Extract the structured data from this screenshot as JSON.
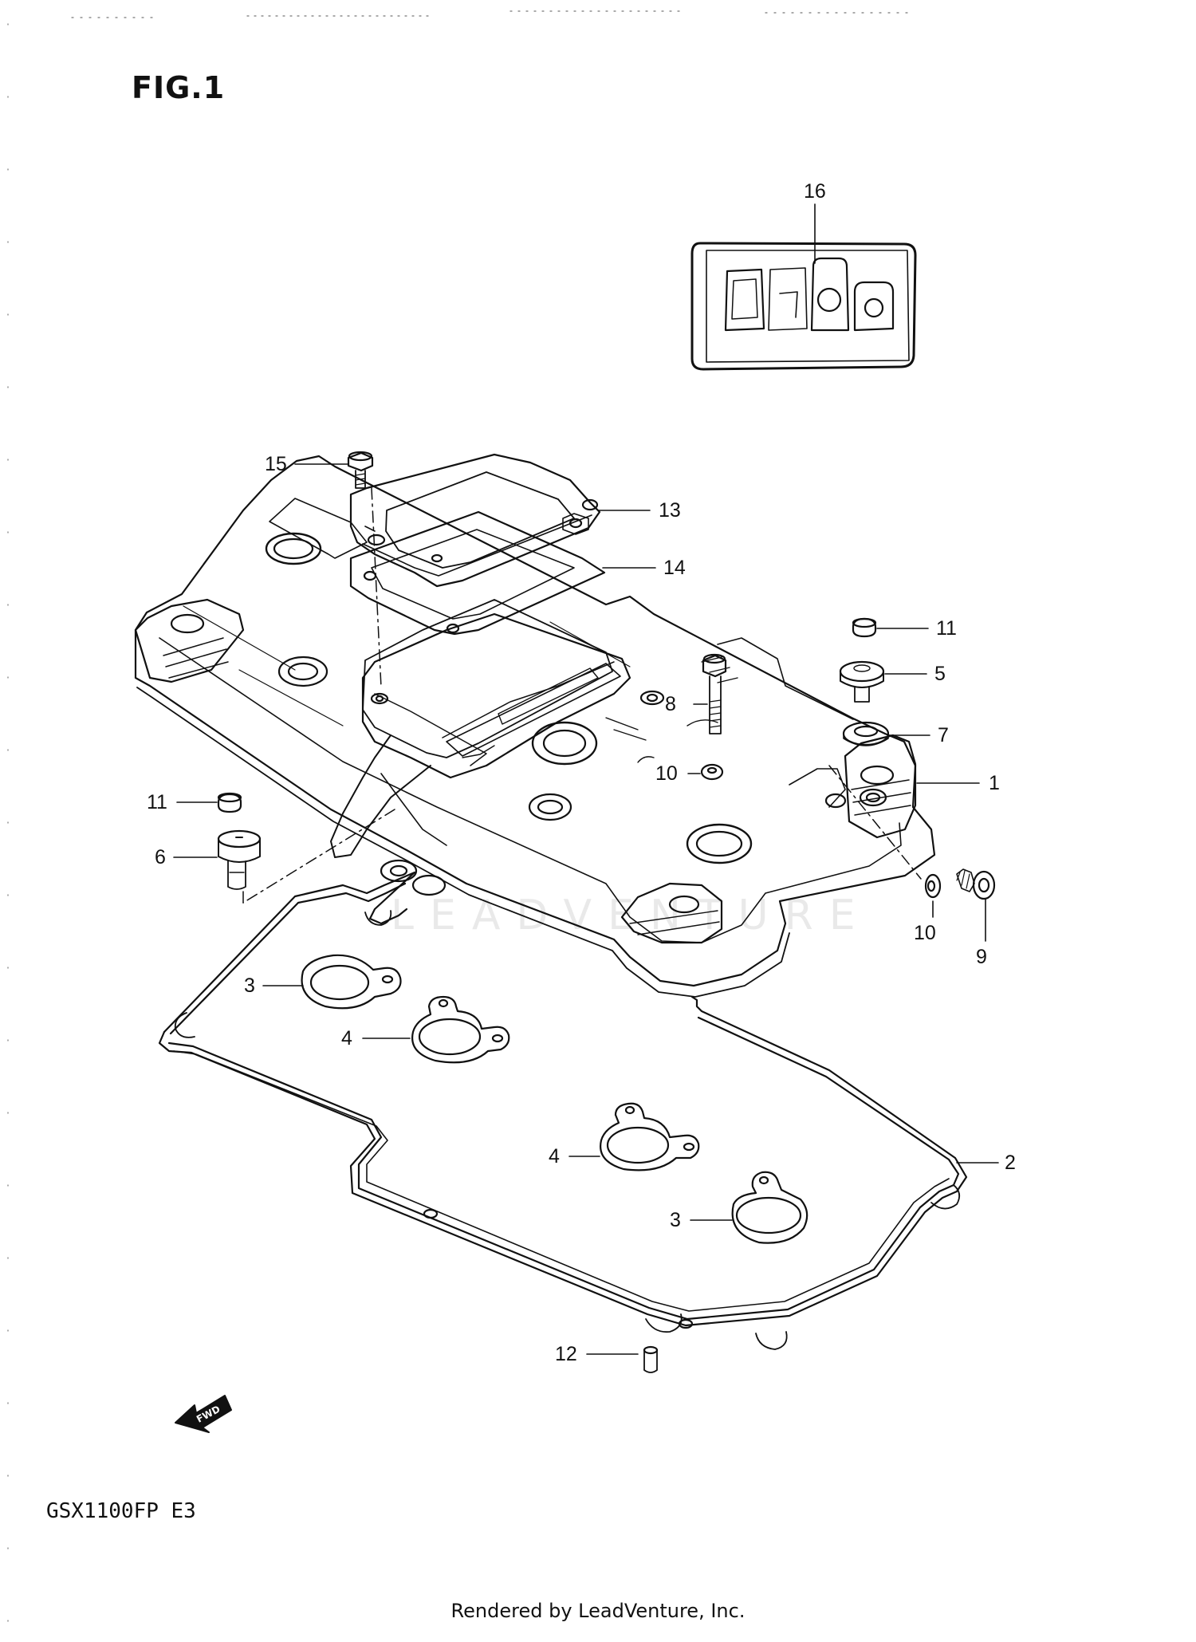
{
  "figure": {
    "title": "FIG.1",
    "model_code": "GSX1100FP  E3",
    "credit": "Rendered by LeadVenture, Inc.",
    "watermark": "LEADVENTURE"
  },
  "callouts": [
    {
      "id": "16",
      "label": "16"
    },
    {
      "id": "15",
      "label": "15"
    },
    {
      "id": "13",
      "label": "13"
    },
    {
      "id": "14",
      "label": "14"
    },
    {
      "id": "11a",
      "label": "11"
    },
    {
      "id": "5",
      "label": "5"
    },
    {
      "id": "8",
      "label": "8"
    },
    {
      "id": "7",
      "label": "7"
    },
    {
      "id": "10a",
      "label": "10"
    },
    {
      "id": "1",
      "label": "1"
    },
    {
      "id": "11b",
      "label": "11"
    },
    {
      "id": "6",
      "label": "6"
    },
    {
      "id": "10b",
      "label": "10"
    },
    {
      "id": "9",
      "label": "9"
    },
    {
      "id": "3a",
      "label": "3"
    },
    {
      "id": "4a",
      "label": "4"
    },
    {
      "id": "4b",
      "label": "4"
    },
    {
      "id": "2",
      "label": "2"
    },
    {
      "id": "3b",
      "label": "3"
    },
    {
      "id": "12",
      "label": "12"
    }
  ],
  "fwd_arrow": {
    "label": "FWD"
  }
}
